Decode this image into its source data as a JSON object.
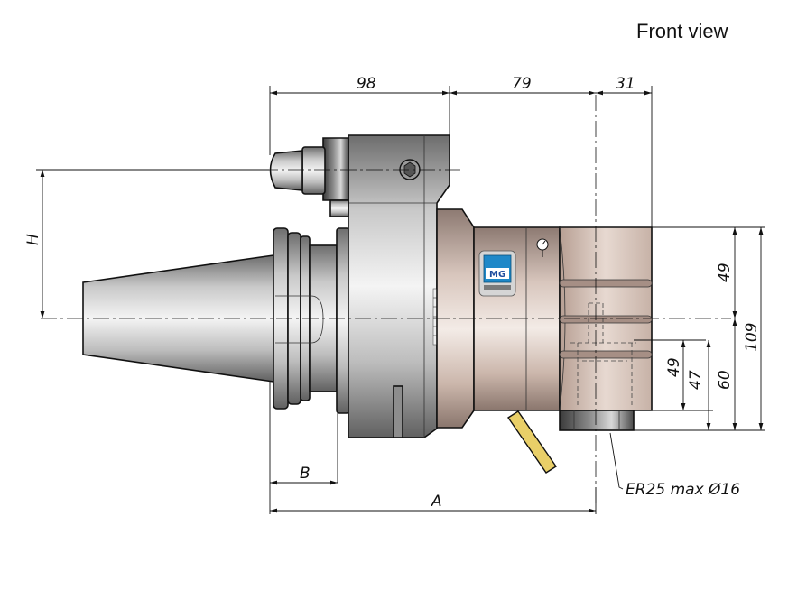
{
  "title": "Front view",
  "dimensions": {
    "d98": "98",
    "d79": "79",
    "d31": "31",
    "h": "H",
    "d49_top": "49",
    "d109": "109",
    "d49_low": "49",
    "d47": "47",
    "d60": "60",
    "b": "B",
    "a": "A"
  },
  "collet_note": "ER25 max Ø16",
  "scale": {
    "s10": "10",
    "s0": "0",
    "s350": "350"
  },
  "logo": {
    "text": "MG"
  },
  "colors": {
    "steel": "#b9b9b9",
    "body": "#cdbab1",
    "dark_steel": "#5c5c5c",
    "coolant_tube": "#e9cf68"
  }
}
